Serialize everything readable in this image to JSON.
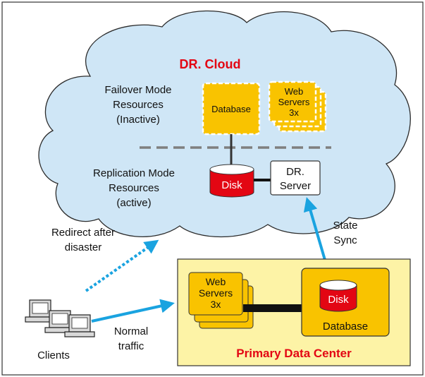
{
  "colors": {
    "cloud_fill": "#cfe6f6",
    "cloud_stroke": "#2b2b2b",
    "resource_fill": "#f9c300",
    "resource_stroke": "#ffffff",
    "disk_fill": "#e30613",
    "primary_bg": "#fdf3a6",
    "arrow_blue": "#1aa3e0",
    "title_red": "#e30613"
  },
  "cloud": {
    "title": "DR. Cloud",
    "failover_label": [
      "Failover Mode",
      "Resources",
      "(Inactive)"
    ],
    "replication_label": [
      "Replication Mode",
      "Resources",
      "(active)"
    ],
    "database_label": "Database",
    "web_servers_label": [
      "Web",
      "Servers",
      "3x"
    ],
    "disk_label": "Disk",
    "dr_server_label": [
      "DR.",
      "Server"
    ]
  },
  "primary": {
    "title": "Primary Data Center",
    "web_servers_label": [
      "Web",
      "Servers",
      "3x"
    ],
    "disk_label": "Disk",
    "database_label": "Database"
  },
  "labels": {
    "state_sync": [
      "State",
      "Sync"
    ],
    "redirect": [
      "Redirect after",
      "disaster"
    ],
    "normal_traffic": [
      "Normal",
      "traffic"
    ],
    "clients": "Clients"
  },
  "icons": {
    "client": "computer-terminal-icon",
    "disk": "disk-cylinder-icon"
  }
}
